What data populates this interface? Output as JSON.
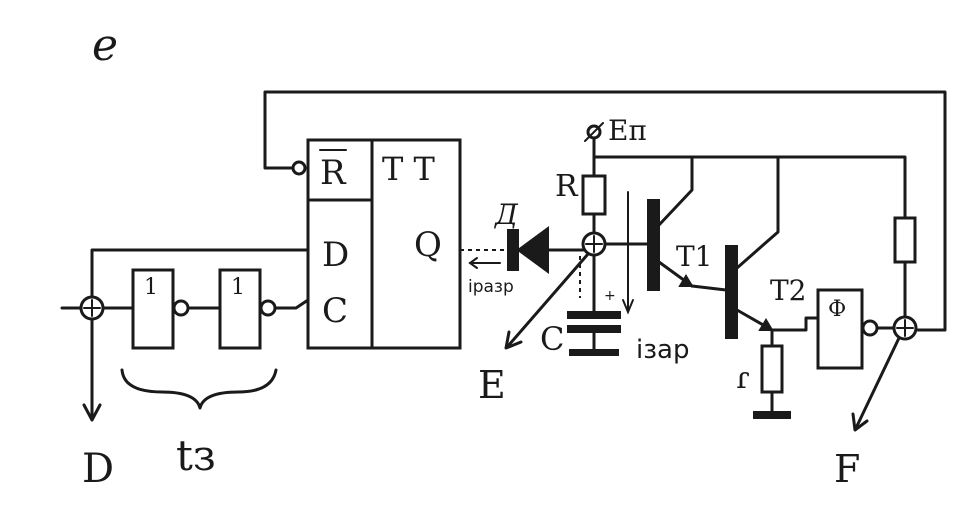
{
  "panel_label": "e",
  "trigger": {
    "reset_label": "R",
    "type_label": "T T",
    "d_label": "D",
    "c_label": "C",
    "q_label": "Q"
  },
  "inverter_1_label": "1",
  "inverter_2_label": "1",
  "diode_label": "Д",
  "resistor_label": "R",
  "supply_label": "Eп",
  "discharge_current_label": "iразр",
  "charge_current_label": "iзар",
  "capacitor_label": "C",
  "capacitor_polarity": "+",
  "transistor_1_label": "T1",
  "transistor_2_label": "T2",
  "load_resistor_label": "ɾ",
  "schmitt_symbol": "Ф",
  "delay_label": "tз",
  "output_labels": {
    "d": "D",
    "e": "E",
    "f": "F"
  }
}
